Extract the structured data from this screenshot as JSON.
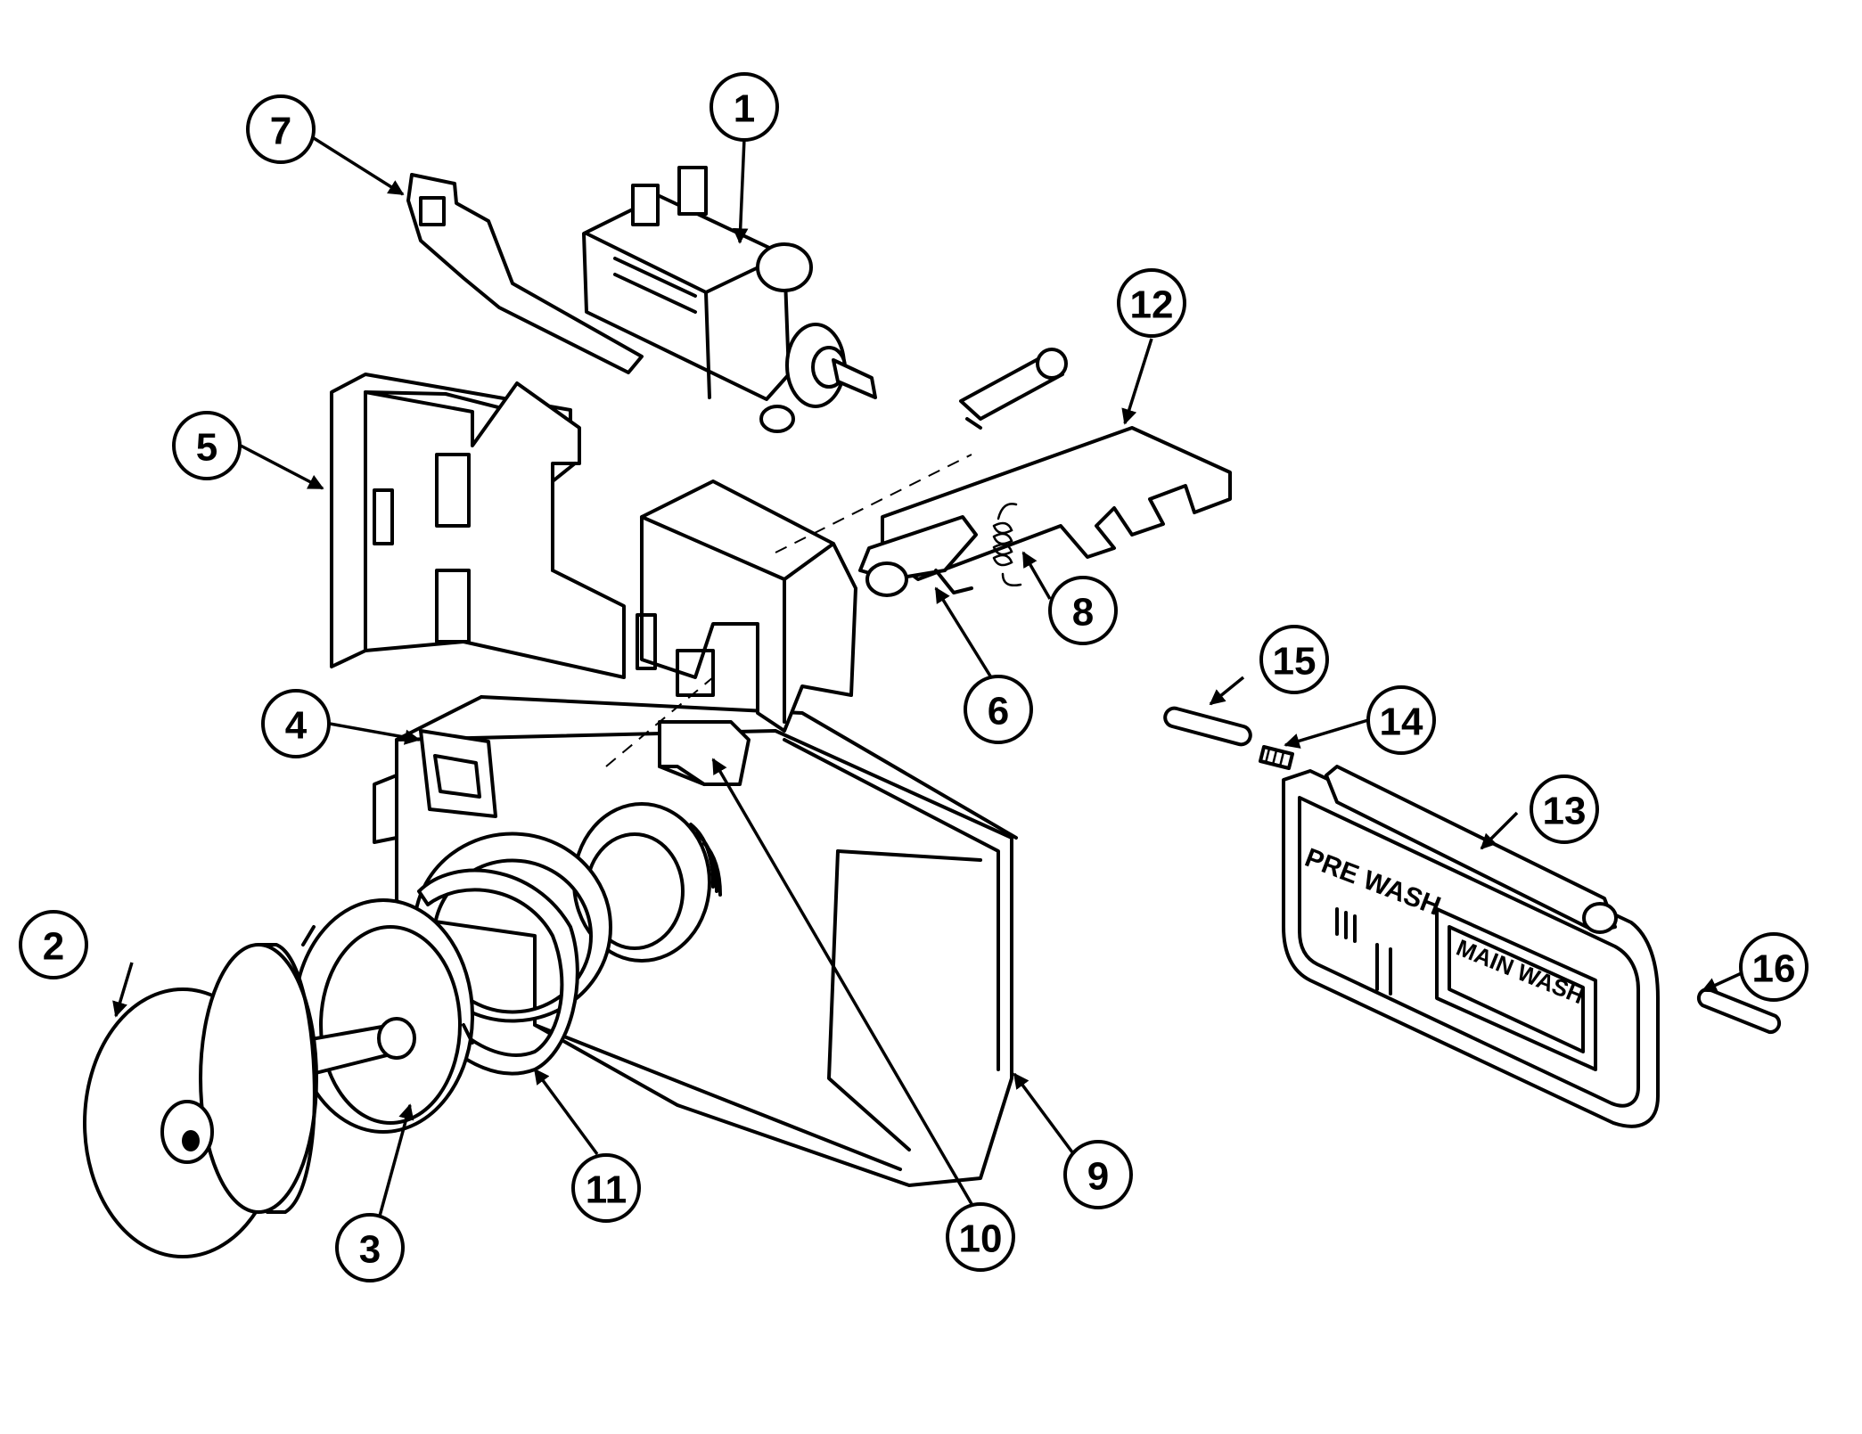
{
  "callouts": [
    {
      "label": "1"
    },
    {
      "label": "2"
    },
    {
      "label": "3"
    },
    {
      "label": "4"
    },
    {
      "label": "5"
    },
    {
      "label": "6"
    },
    {
      "label": "7"
    },
    {
      "label": "8"
    },
    {
      "label": "9"
    },
    {
      "label": "10"
    },
    {
      "label": "11"
    },
    {
      "label": "12"
    },
    {
      "label": "13"
    },
    {
      "label": "14"
    },
    {
      "label": "15"
    },
    {
      "label": "16"
    }
  ],
  "panel": {
    "prewash_label": "PRE WASH",
    "mainwash_label": "MAIN WASH"
  }
}
